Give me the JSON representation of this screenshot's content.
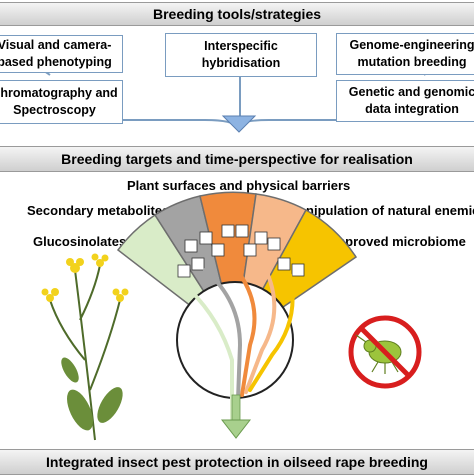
{
  "tools": {
    "title": "Breeding tools/strategies",
    "items": [
      {
        "text": "Visual and camera-\nbased phenotyping"
      },
      {
        "text": "Interspecific\nhybridisation"
      },
      {
        "text": "Genome-engineering\nmutation breeding"
      },
      {
        "text": "Chromatography and\nSpectroscopy"
      },
      {
        "text": "Genetic and genomic\ndata integration"
      }
    ]
  },
  "targets": {
    "title": "Breeding targets and time-perspective for realisation",
    "items": [
      {
        "label": "Glucosinolates",
        "color": "#d9ecc8"
      },
      {
        "label": "Secondary metabolites",
        "color": "#a3a3a3"
      },
      {
        "label": "Plant surfaces and physical barriers",
        "color": "#f08a3c"
      },
      {
        "label": "Manipulation of natural enemies",
        "color": "#f6b88a"
      },
      {
        "label": "Improved microbiome",
        "color": "#f6c400"
      }
    ]
  },
  "footer": {
    "title": "Integrated insect pest protection in oilseed rape breeding"
  },
  "colors": {
    "accent": "#7a9cc0",
    "arrow_blue": "#8db3e2",
    "arrow_green": "#a8d08d"
  }
}
